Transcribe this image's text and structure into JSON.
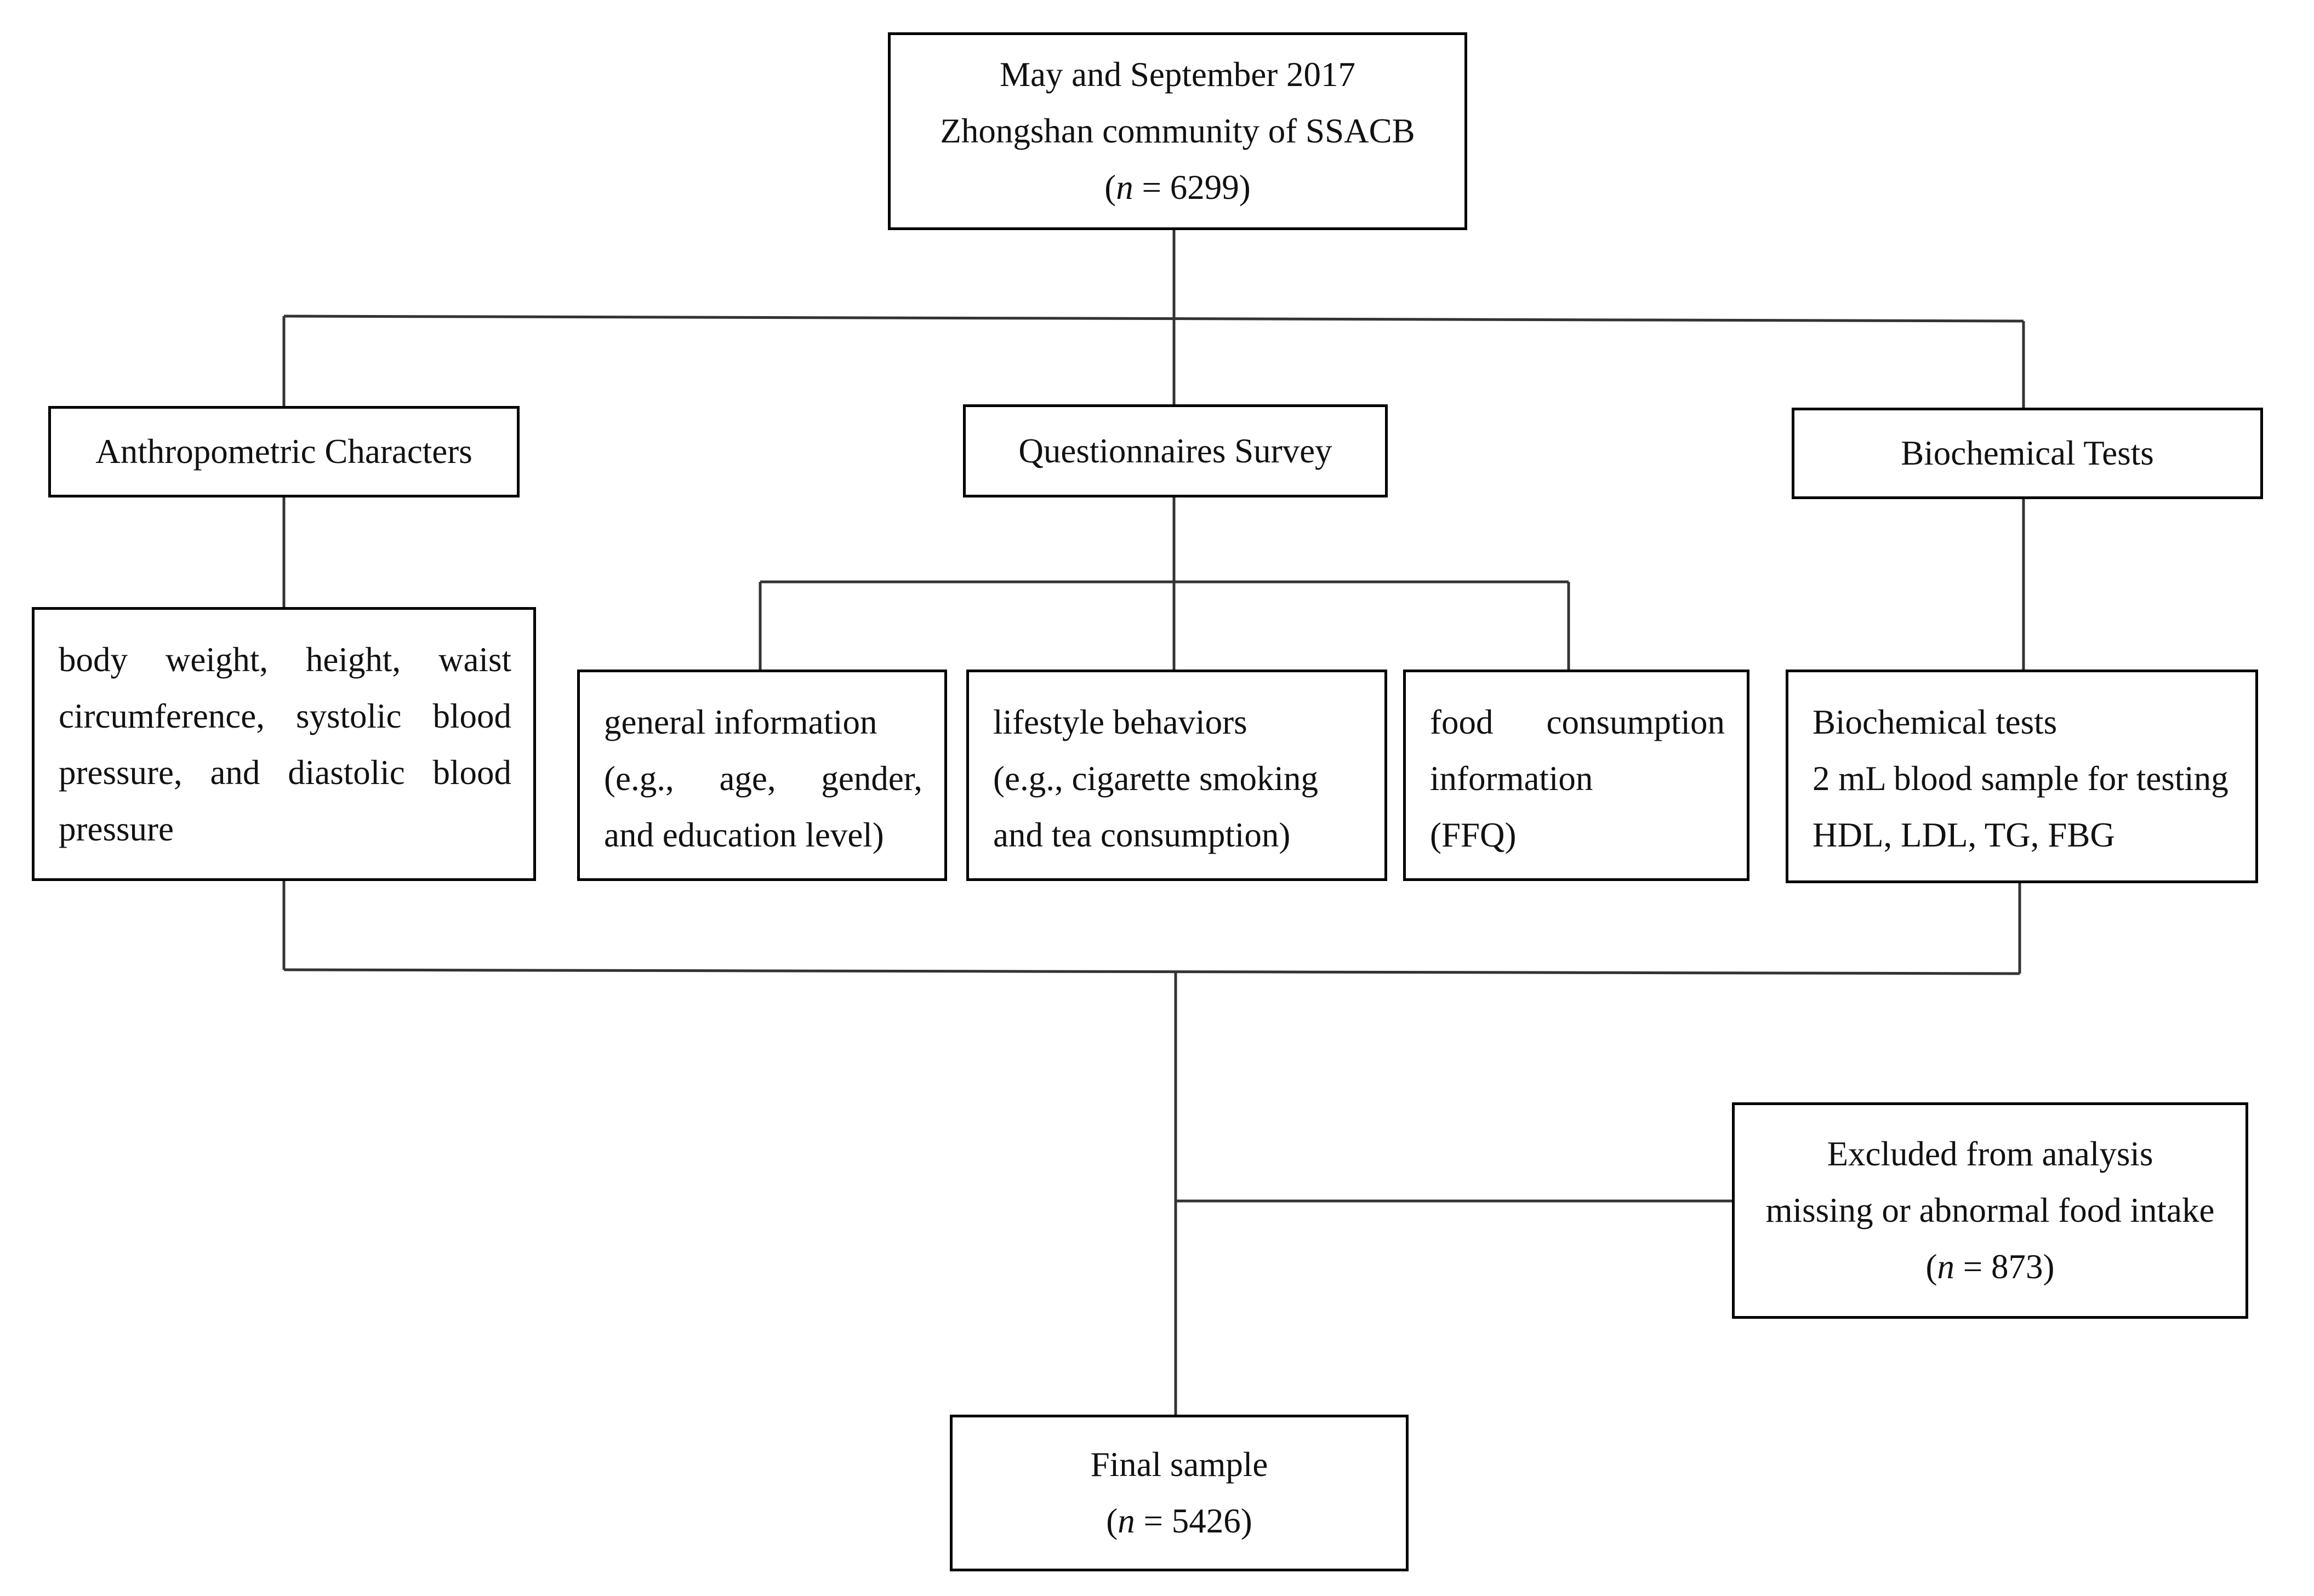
{
  "top": {
    "lines": [
      "May and September 2017",
      "Zhongshan community of SSACB"
    ],
    "n_label": "n",
    "n_value": "= 6299"
  },
  "categories": {
    "anthropometric": "Anthropometric Characters",
    "questionnaires": "Questionnaires Survey",
    "biochemical": "Biochemical Tests"
  },
  "details": {
    "anthropometric": [
      "body weight, height, waist",
      "circumference, systolic blood",
      "pressure, and diastolic blood",
      "pressure"
    ],
    "general": [
      "general information",
      "(e.g., age, gender,",
      "and education level)"
    ],
    "lifestyle": [
      "lifestyle behaviors",
      "(e.g., cigarette smoking",
      "and tea consumption)"
    ],
    "food": [
      "food consumption",
      "information",
      "(FFQ)"
    ],
    "biochemical": [
      "Biochemical tests",
      "2 mL blood sample for testing",
      "HDL, LDL, TG, FBG"
    ]
  },
  "excluded": {
    "lines": [
      "Excluded from analysis",
      "missing or abnormal food intake"
    ],
    "n_label": "n",
    "n_value": "= 873"
  },
  "final": {
    "line": "Final sample",
    "n_label": "n",
    "n_value": "= 5426"
  }
}
